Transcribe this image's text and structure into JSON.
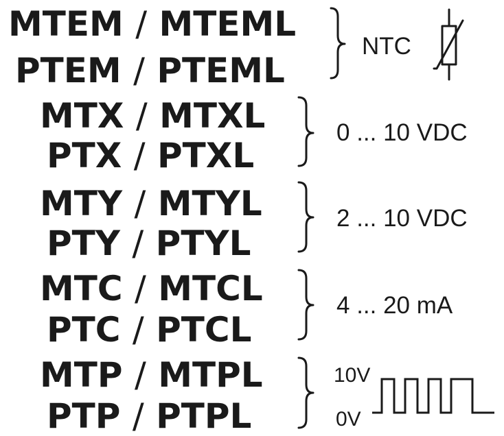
{
  "groups": [
    {
      "models": [
        {
          "left": "MTEM",
          "sep": "/",
          "right": "MTEML"
        },
        {
          "left": "PTEM",
          "sep": "/",
          "right": "PTEML"
        }
      ],
      "signal": "NTC",
      "symbol": "thermistor-icon"
    },
    {
      "models": [
        {
          "left": "MTX",
          "sep": "/",
          "right": "MTXL"
        },
        {
          "left": "PTX",
          "sep": "/",
          "right": "PTXL"
        }
      ],
      "signal": "0 ... 10 VDC"
    },
    {
      "models": [
        {
          "left": "MTY",
          "sep": "/",
          "right": "MTYL"
        },
        {
          "left": "PTY",
          "sep": "/",
          "right": "PTYL"
        }
      ],
      "signal": "2 ... 10 VDC"
    },
    {
      "models": [
        {
          "left": "MTC",
          "sep": "/",
          "right": "MTCL"
        },
        {
          "left": "PTC",
          "sep": "/",
          "right": "PTCL"
        }
      ],
      "signal": "4 ... 20 mA"
    },
    {
      "models": [
        {
          "left": "MTP",
          "sep": "/",
          "right": "MTPL"
        },
        {
          "left": "PTP",
          "sep": "/",
          "right": "PTPL"
        }
      ],
      "signal_high": "10V",
      "signal_low": "0V",
      "symbol": "pulse-waveform-icon"
    }
  ],
  "colors": {
    "ink": "#1a1a1a",
    "background": "#ffffff"
  }
}
